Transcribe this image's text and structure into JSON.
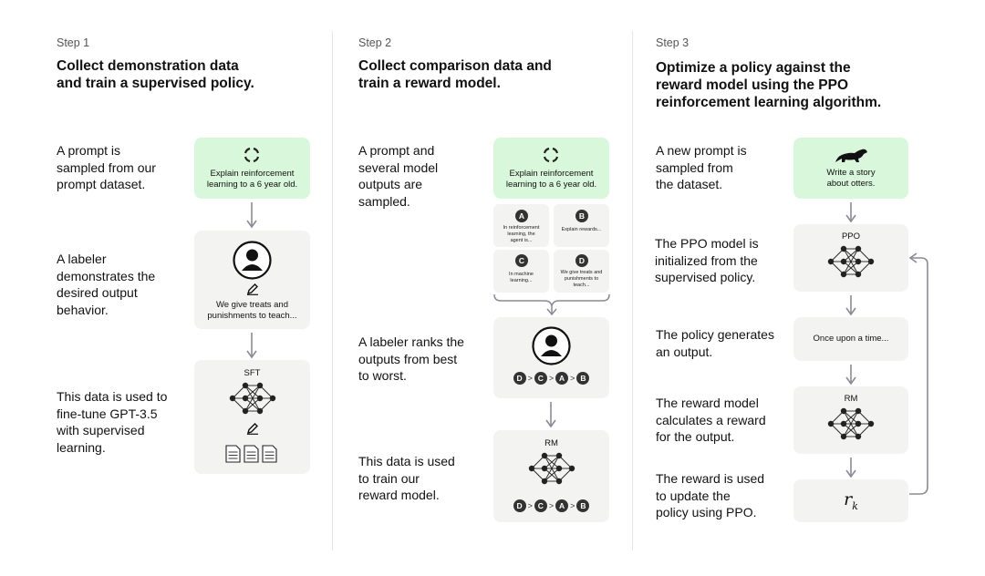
{
  "step1": {
    "label": "Step 1",
    "title_line1": "Collect demonstration data",
    "title_line2": "and train a supervised policy.",
    "desc1": [
      "A prompt is",
      "sampled from our",
      "prompt dataset."
    ],
    "desc2": [
      "A labeler",
      "demonstrates the",
      "desired output",
      "behavior."
    ],
    "desc3": [
      "This data is used to",
      "fine-tune GPT-3.5",
      "with supervised",
      "learning."
    ],
    "prompt_line1": "Explain reinforcement",
    "prompt_line2": "learning to a 6 year old.",
    "demo_text": "We give treats and",
    "demo_text2": "punishments to teach...",
    "model_label": "SFT"
  },
  "step2": {
    "label": "Step 2",
    "title_line1": "Collect comparison data and",
    "title_line2": "train a reward model.",
    "desc1": [
      "A prompt and",
      "several model",
      "outputs are",
      "sampled."
    ],
    "desc2": [
      "A labeler ranks the",
      "outputs from best",
      "to worst."
    ],
    "desc3": [
      "This data is used",
      "to train our",
      "reward model."
    ],
    "prompt_line1": "Explain reinforcement",
    "prompt_line2": "learning to a 6 year old.",
    "outputs": [
      {
        "letter": "A",
        "lines": [
          "In reinforcement",
          "learning, the",
          "agent is..."
        ]
      },
      {
        "letter": "B",
        "lines": [
          "Explain rewards..."
        ]
      },
      {
        "letter": "C",
        "lines": [
          "In machine",
          "learning..."
        ]
      },
      {
        "letter": "D",
        "lines": [
          "We give treats and",
          "punishments to",
          "teach..."
        ]
      }
    ],
    "ranking": [
      "D",
      "C",
      "A",
      "B"
    ],
    "rank_sep": ">",
    "model_label": "RM"
  },
  "step3": {
    "label": "Step 3",
    "title_line1": "Optimize a policy against the",
    "title_line2": "reward model using the PPO",
    "title_line3": "reinforcement learning algorithm.",
    "desc1": [
      "A new prompt is",
      "sampled from",
      "the dataset."
    ],
    "desc2": [
      "The PPO model is",
      "initialized from the",
      "supervised policy."
    ],
    "desc3": [
      "The policy generates",
      "an output."
    ],
    "desc4": [
      "The reward model",
      "calculates a reward",
      "for the output."
    ],
    "desc5": [
      "The reward is used",
      "to update the",
      "policy using PPO."
    ],
    "prompt_line1": "Write a story",
    "prompt_line2": "about otters.",
    "ppo_label": "PPO",
    "output_text": "Once upon a time...",
    "rm_label": "RM",
    "reward_symbol": "r",
    "reward_sub": "k"
  },
  "icons": [
    "cycle-icon",
    "person-icon",
    "pencil-icon",
    "document-icon",
    "neural-network-icon",
    "otter-icon",
    "arrow-down-icon",
    "feedback-arrow-icon"
  ],
  "colors": {
    "green_box": "#d9f7da",
    "gray_box": "#f3f3f1",
    "arrow": "#8a8a96",
    "circle": "#333333"
  }
}
